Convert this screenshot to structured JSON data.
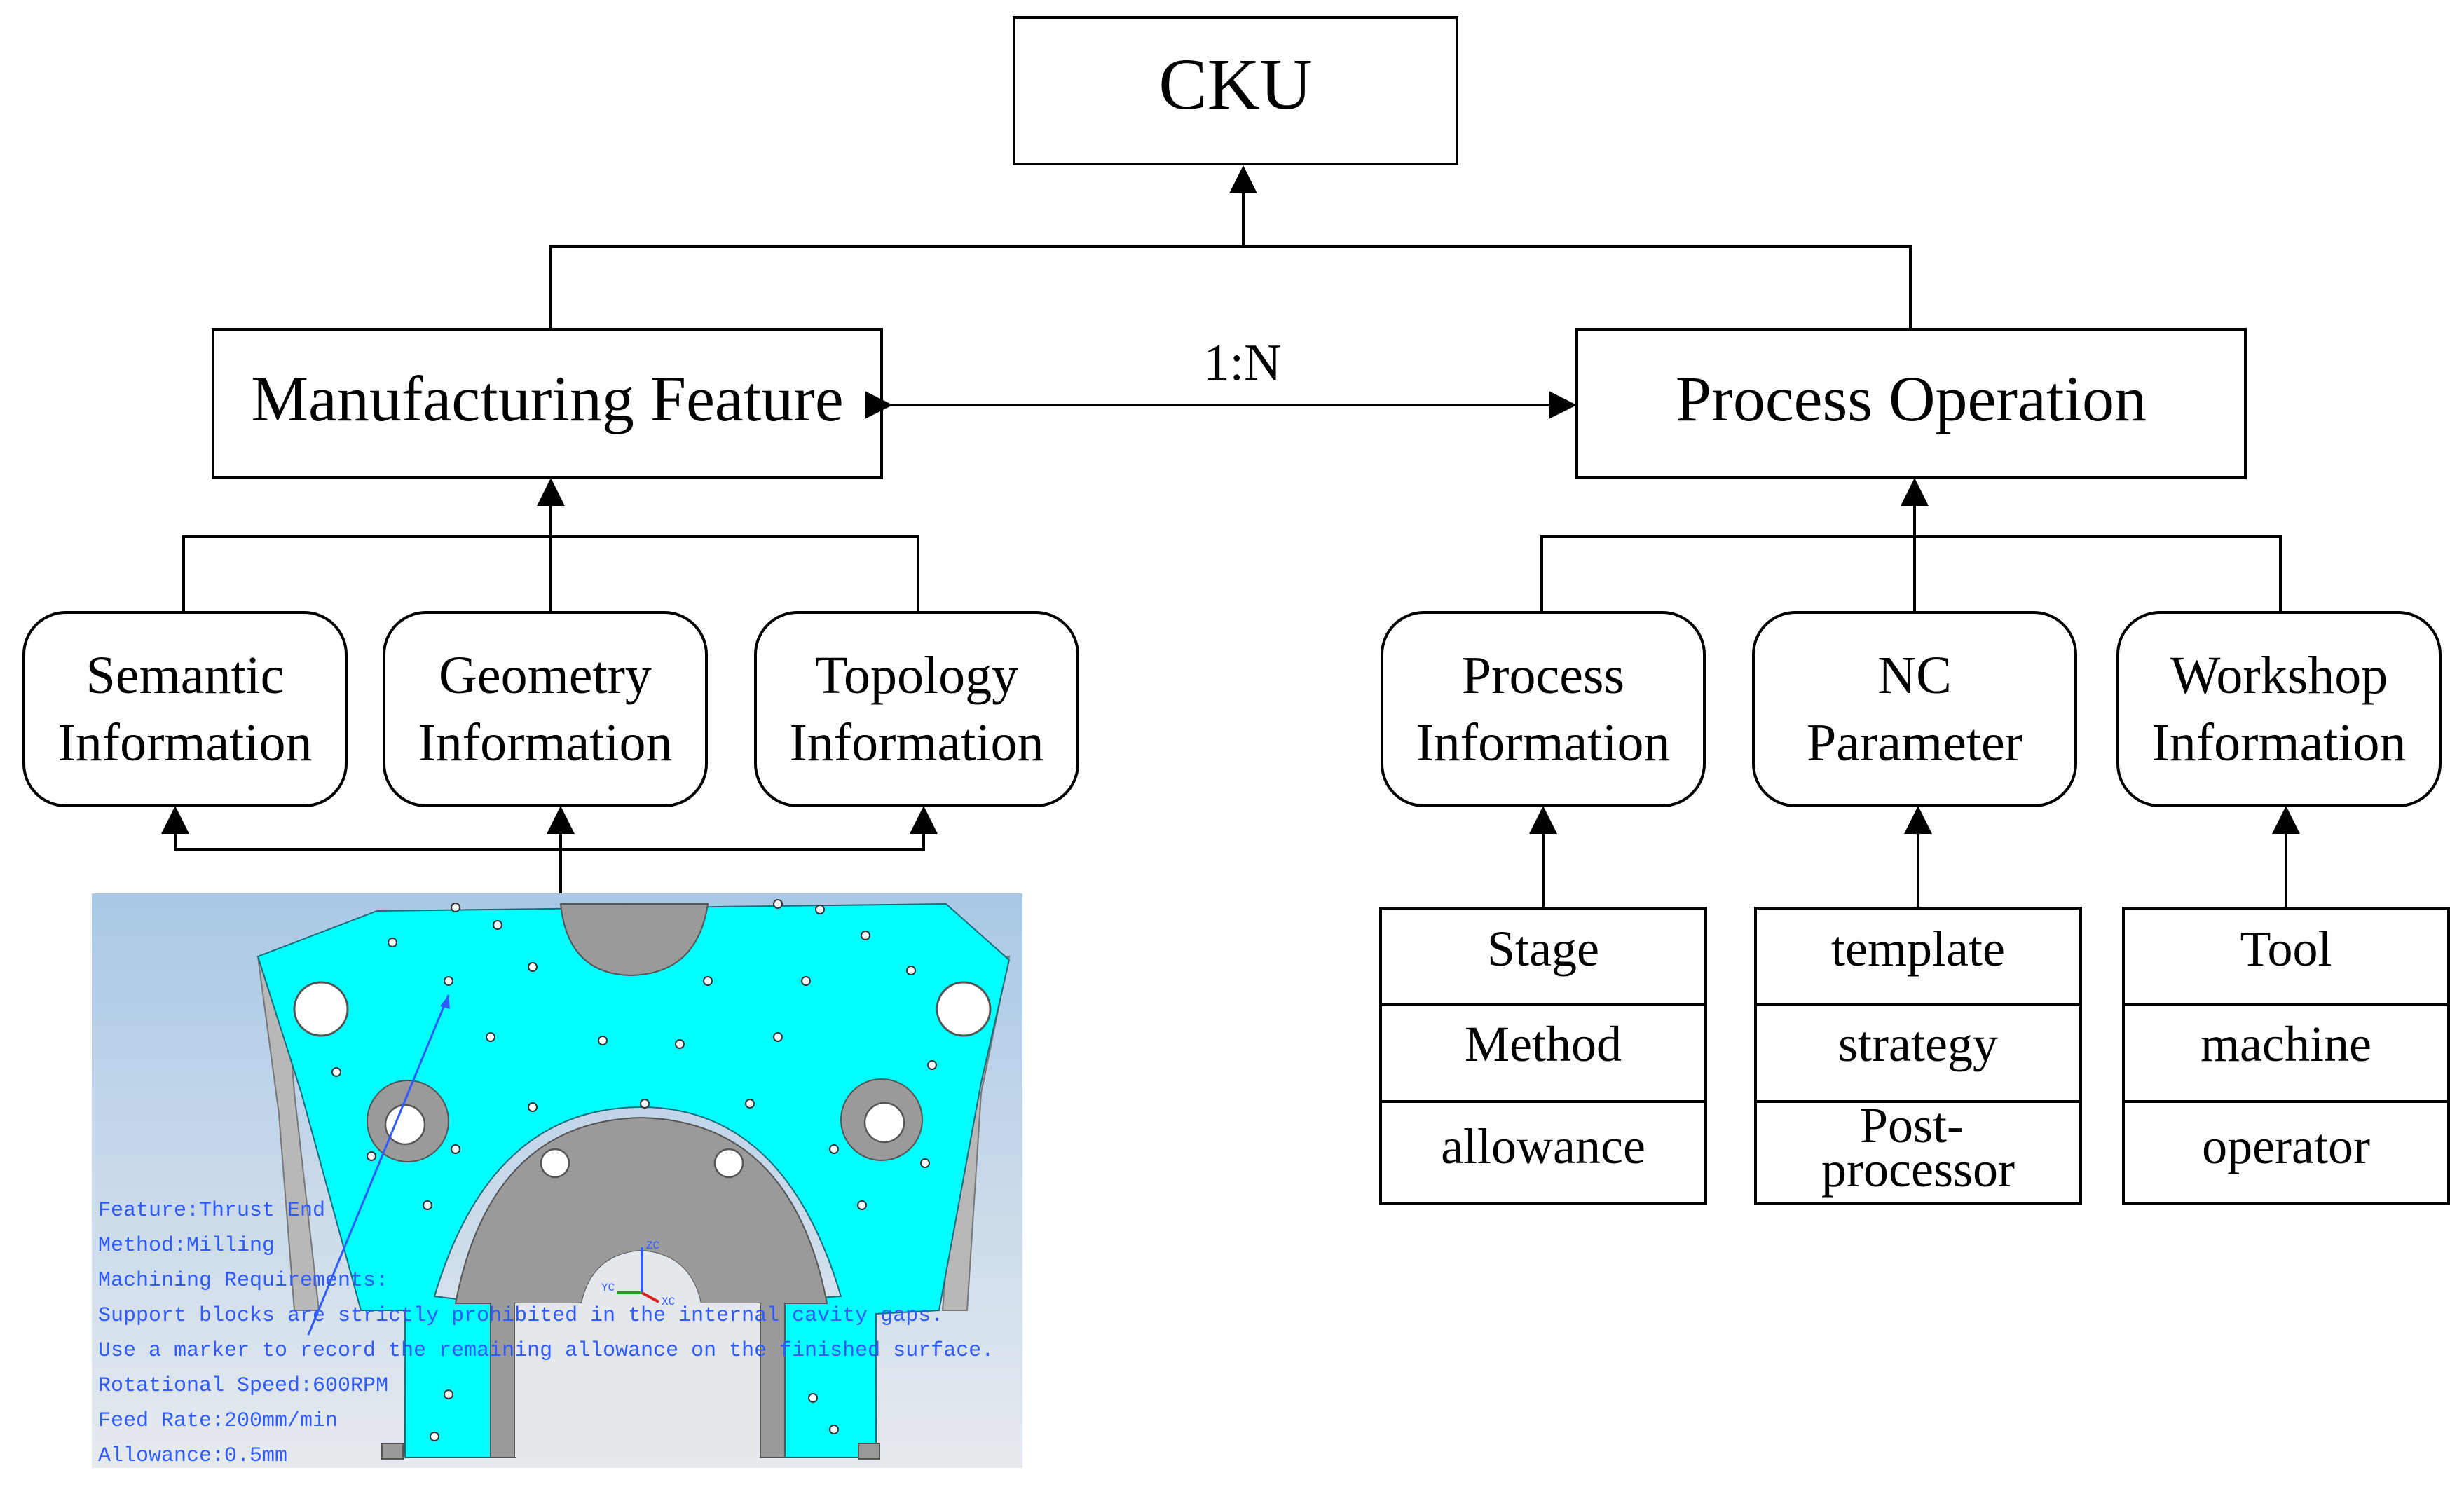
{
  "root": {
    "label": "CKU"
  },
  "relation": {
    "label": "1:N"
  },
  "manufacturing_feature": {
    "label": "Manufacturing Feature",
    "children": [
      {
        "line1": "Semantic",
        "line2": "Information"
      },
      {
        "line1": "Geometry",
        "line2": "Information"
      },
      {
        "line1": "Topology",
        "line2": "Information"
      }
    ]
  },
  "process_operation": {
    "label": "Process Operation",
    "children": [
      {
        "line1": "Process",
        "line2": "Information",
        "items": [
          "Stage",
          "Method",
          "allowance"
        ]
      },
      {
        "line1": "NC",
        "line2": "Parameter",
        "items": [
          "template",
          "strategy",
          "Post-\nprocessor"
        ]
      },
      {
        "line1": "Workshop",
        "line2": "Information",
        "items": [
          "Tool",
          "machine",
          "operator"
        ]
      }
    ]
  },
  "cad_model": {
    "annotations": [
      "Feature:Thrust End",
      "Method:Milling",
      "Machining Requirements:",
      "Support blocks are strictly prohibited in the internal cavity gaps.",
      "Use a marker to record the remaining allowance on the finished surface.",
      "Rotational Speed:600RPM",
      "Feed Rate:200mm/min",
      "Allowance:0.5mm"
    ],
    "axis_labels": {
      "z": "ZC",
      "x": "XC",
      "y": "YC"
    }
  },
  "colors": {
    "part_face": "#00ffff",
    "part_body": "#9a9a9a",
    "viewport_top": "#a9c8e6",
    "viewport_bottom": "#e6eaee",
    "annotation_text": "#2f5bff",
    "line": "#000000"
  }
}
